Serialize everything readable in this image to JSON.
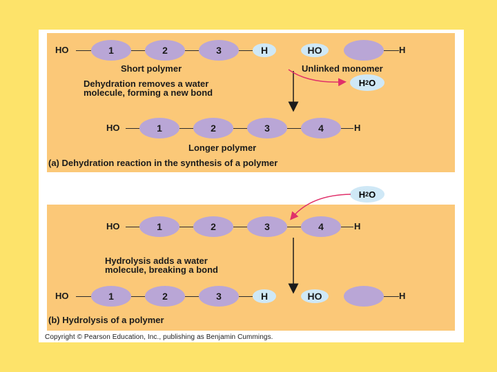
{
  "panel_a": {
    "row1": {
      "left_end": "HO",
      "monomers": [
        "1",
        "2",
        "3"
      ],
      "h_label": "H",
      "ho_label": "HO",
      "right_end": "H"
    },
    "short_polymer": "Short polymer",
    "unlinked_monomer": "Unlinked monomer",
    "dehydration_text_1": "Dehydration removes a water",
    "dehydration_text_2": "molecule, forming a new bond",
    "water": {
      "main": "H",
      "sub": "2",
      "tail": "O"
    },
    "row2": {
      "left_end": "HO",
      "monomers": [
        "1",
        "2",
        "3",
        "4"
      ],
      "right_end": "H"
    },
    "longer_polymer": "Longer polymer",
    "caption": "(a) Dehydration reaction in the synthesis of a polymer"
  },
  "panel_b": {
    "water": {
      "main": "H",
      "sub": "2",
      "tail": "O"
    },
    "row1": {
      "left_end": "HO",
      "monomers": [
        "1",
        "2",
        "3",
        "4"
      ],
      "right_end": "H"
    },
    "hydrolysis_text_1": "Hydrolysis adds a water",
    "hydrolysis_text_2": "molecule, breaking a bond",
    "row2": {
      "left_end": "HO",
      "monomers": [
        "1",
        "2",
        "3"
      ],
      "h_label": "H",
      "ho_label": "HO",
      "right_end": "H"
    },
    "caption": "(b) Hydrolysis of a polymer"
  },
  "copyright": "Copyright © Pearson Education, Inc., publishing as Benjamin Cummings.",
  "colors": {
    "page_background": "#fde36a",
    "panel": "#fbc878",
    "monomer": "#b9a6d6",
    "hydrogen_bubble": "#cfe8f6",
    "water_arrow": "#e0306a"
  }
}
